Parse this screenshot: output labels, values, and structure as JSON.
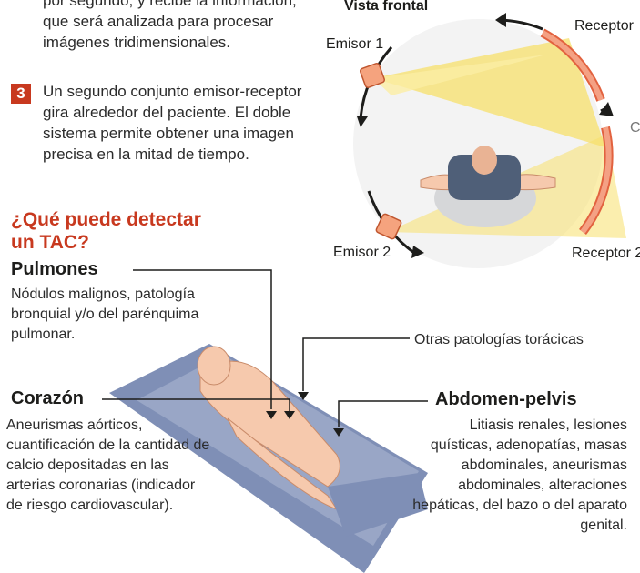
{
  "top_text": "por segundo, y recibe la información, que será analizada para procesar imágenes tridimensionales.",
  "step3": {
    "number": "3",
    "text": "Un segundo conjunto emisor-receptor gira alrededor del paciente. El doble sistema permite obtener una imagen precisa en la mitad de tiempo."
  },
  "question": "¿Qué puede detectar un TAC?",
  "diagram": {
    "title": "Vista frontal",
    "emisor1": "Emisor 1",
    "emisor2": "Emisor 2",
    "receptor_top": "Receptor",
    "receptor_bottom": "Receptor 2",
    "right_partial": "C"
  },
  "sections": {
    "pulmones": {
      "title": "Pulmones",
      "text": "Nódulos malignos, patología bronquial y/o del parénquima pulmonar."
    },
    "corazon": {
      "title": "Corazón",
      "text": "Aneurismas aórticos, cuantificación de la cantidad de calcio depositadas en las arterias coronarias (indicador de riesgo cardiovascular)."
    },
    "otras": {
      "text": "Otras patologías torácicas"
    },
    "abdomen": {
      "title": "Abdomen-pelvis",
      "text": "Litiasis renales, lesiones quísticas, adenopatías, masas abdominales, aneurismas abdominales, alteraciones hepáticas, del bazo o del aparato genital."
    }
  },
  "colors": {
    "accent": "#c8391f",
    "beam": "#f7e06b",
    "emitter": "#f5a37e",
    "receptor": "#ef8f72",
    "gantry": "#f3f3f3",
    "table": "#7f8fb6"
  }
}
